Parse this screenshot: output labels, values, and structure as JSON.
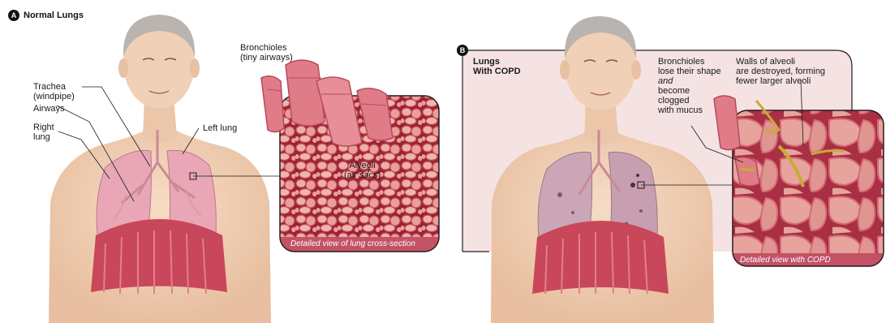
{
  "panel_a": {
    "badge": "A",
    "title": "Normal Lungs",
    "labels": {
      "trachea": [
        "Trachea",
        "(windpipe)"
      ],
      "airways": [
        "Airways"
      ],
      "right_lung": [
        "Right",
        "lung"
      ],
      "bronchioles": [
        "Bronchioles",
        "(tiny airways)"
      ],
      "left_lung": [
        "Left lung"
      ],
      "alveoli": [
        "Alveoli",
        "(air sacs)"
      ]
    },
    "caption": "Detailed view of lung cross-section"
  },
  "panel_b": {
    "badge": "B",
    "title": [
      "Lungs",
      "With COPD"
    ],
    "labels": {
      "bronchioles": [
        "Bronchioles",
        "lose their shape",
        "and",
        "become",
        "clogged",
        "with mucus"
      ],
      "walls": [
        "Walls of alveoli",
        "are destroyed, forming",
        "fewer larger alveoli"
      ]
    },
    "caption": "Detailed view with COPD"
  },
  "colors": {
    "skin": "#efcdb2",
    "lung_normal": "#e8a6b6",
    "lung_copd": "#cba6b6",
    "tissue": "#c9475a",
    "alveoli": "#ecb0a6",
    "caption_bar": "#c25265",
    "panel_b_bg": "#f5e3e3"
  }
}
